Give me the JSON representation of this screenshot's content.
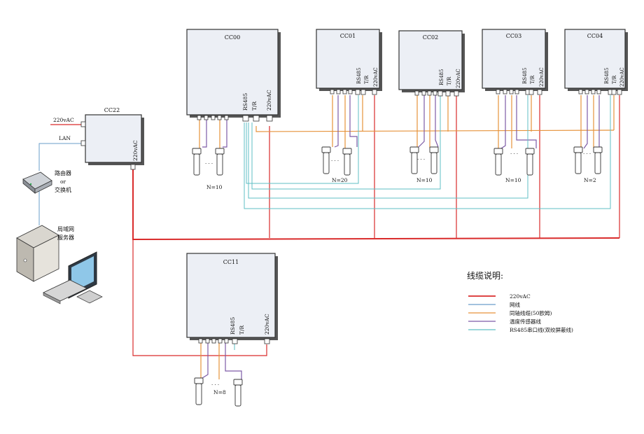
{
  "colors": {
    "power": "#d92b2b",
    "network": "#6a9ec9",
    "coax": "#e6923a",
    "sensor": "#7d5ba6",
    "rs485": "#5fbfc4"
  },
  "controllers": {
    "cc00": {
      "title": "CC00",
      "labels": [
        "RS485",
        "T/R",
        "220vAC"
      ],
      "n": "N=10"
    },
    "cc01": {
      "title": "CC01",
      "labels": [
        "RS485",
        "T/R",
        "220vAC"
      ],
      "n": "N=20"
    },
    "cc02": {
      "title": "CC02",
      "labels": [
        "RS485",
        "T/R",
        "220vAC"
      ],
      "n": "N=10"
    },
    "cc03": {
      "title": "CC03",
      "labels": [
        "RS485",
        "T/R",
        "220vAC"
      ],
      "n": "N=10"
    },
    "cc04": {
      "title": "CC04",
      "labels": [
        "RS485",
        "T/R",
        "220vAC"
      ],
      "n": "N=2"
    },
    "cc11": {
      "title": "CC11",
      "labels": [
        "RS485",
        "T/R",
        "220vAC"
      ],
      "n": "N=8"
    },
    "cc22": {
      "title": "CC22",
      "labels": [
        "220vAC"
      ]
    }
  },
  "inputs": {
    "power": "220vAC",
    "lan": "LAN"
  },
  "router": {
    "line1": "路由器",
    "line2": "or",
    "line3": "交换机"
  },
  "server": {
    "line1": "局域网",
    "line2": "服务器"
  },
  "ellipsis": "· · ·",
  "legend": {
    "title": "线缆说明:",
    "items": [
      {
        "label": "220vAC",
        "color_key": "power"
      },
      {
        "label": "网线",
        "color_key": "network"
      },
      {
        "label": "同轴线缆(50欧姆)",
        "color_key": "coax"
      },
      {
        "label": "温度传感器线",
        "color_key": "sensor"
      },
      {
        "label": "RS485串口线(双绞屏蔽线)",
        "color_key": "rs485"
      }
    ]
  }
}
